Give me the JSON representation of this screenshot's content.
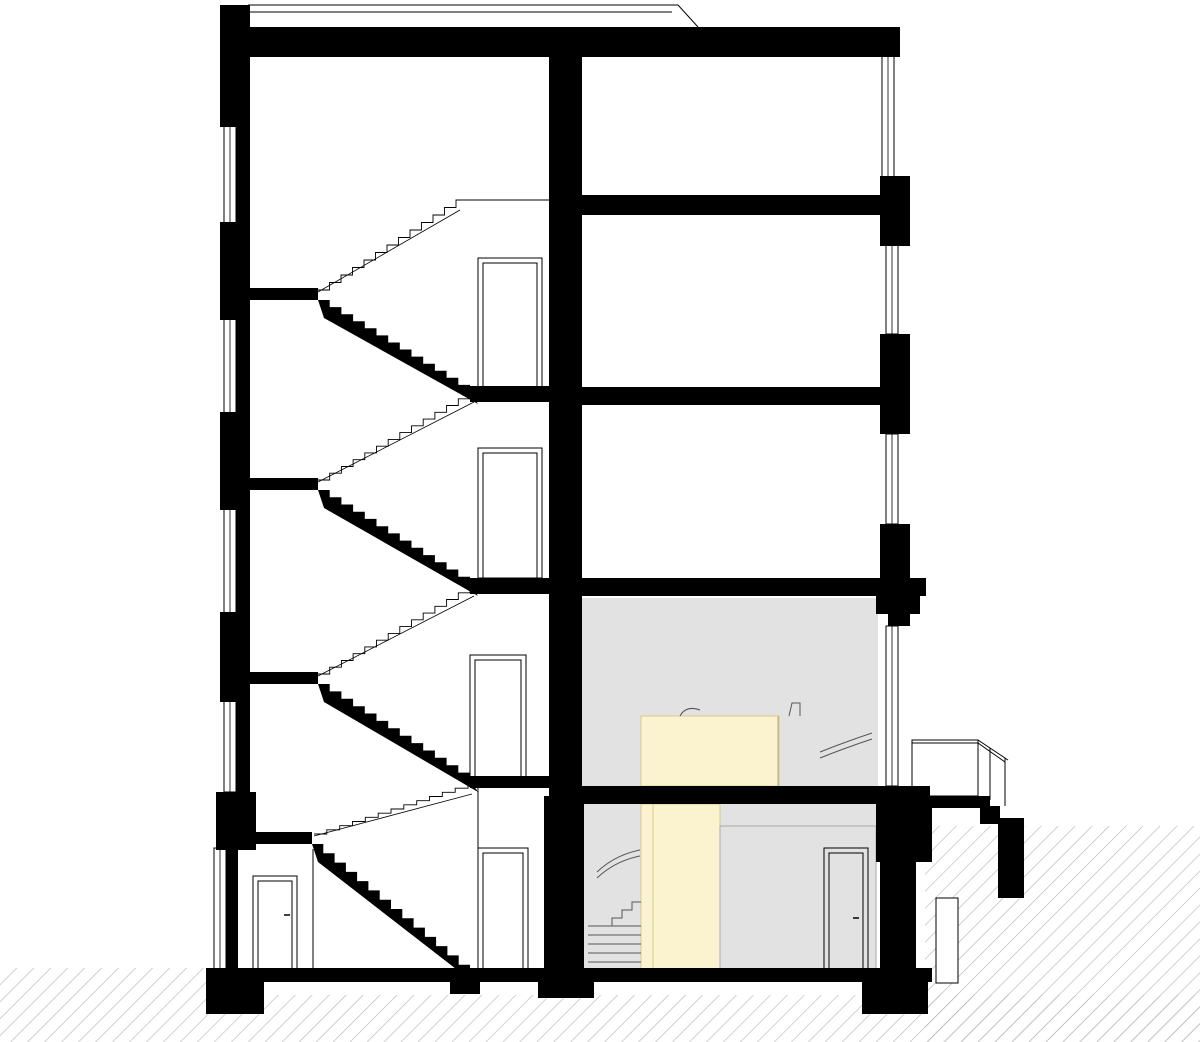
{
  "drawing": {
    "type": "architectural building section",
    "floors_above_ground": 4,
    "basement_levels": 1,
    "stair_flights": 4,
    "text_labels": []
  },
  "colors": {
    "wall": "#000000",
    "background": "#ffffff",
    "ground_hatch": "#b8b8b8",
    "interior_gray": "#e2e2e2",
    "volume_yellow": "#fbf3cf",
    "volume_yellow_edge": "#d8c98a"
  }
}
